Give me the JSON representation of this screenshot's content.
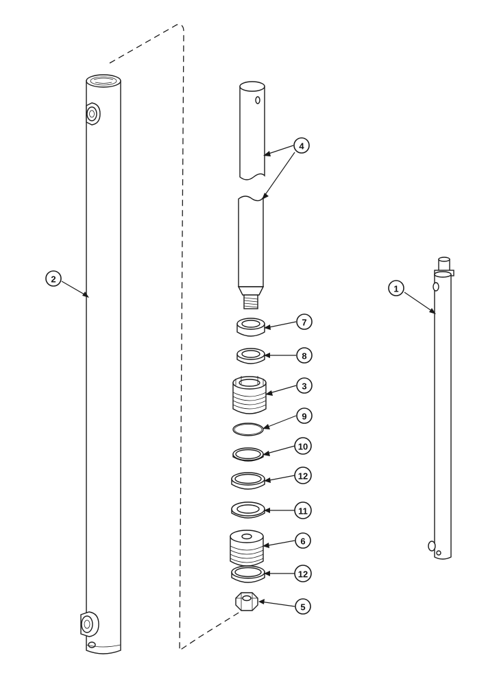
{
  "callouts": {
    "c1": "1",
    "c2": "2",
    "c3": "3",
    "c4": "4",
    "c5": "5",
    "c6": "6",
    "c7": "7",
    "c8": "8",
    "c9": "9",
    "c10": "10",
    "c11": "11",
    "c12a": "12",
    "c12b": "12"
  },
  "colors": {
    "ink": "#1a1a1a",
    "background": "#ffffff"
  }
}
